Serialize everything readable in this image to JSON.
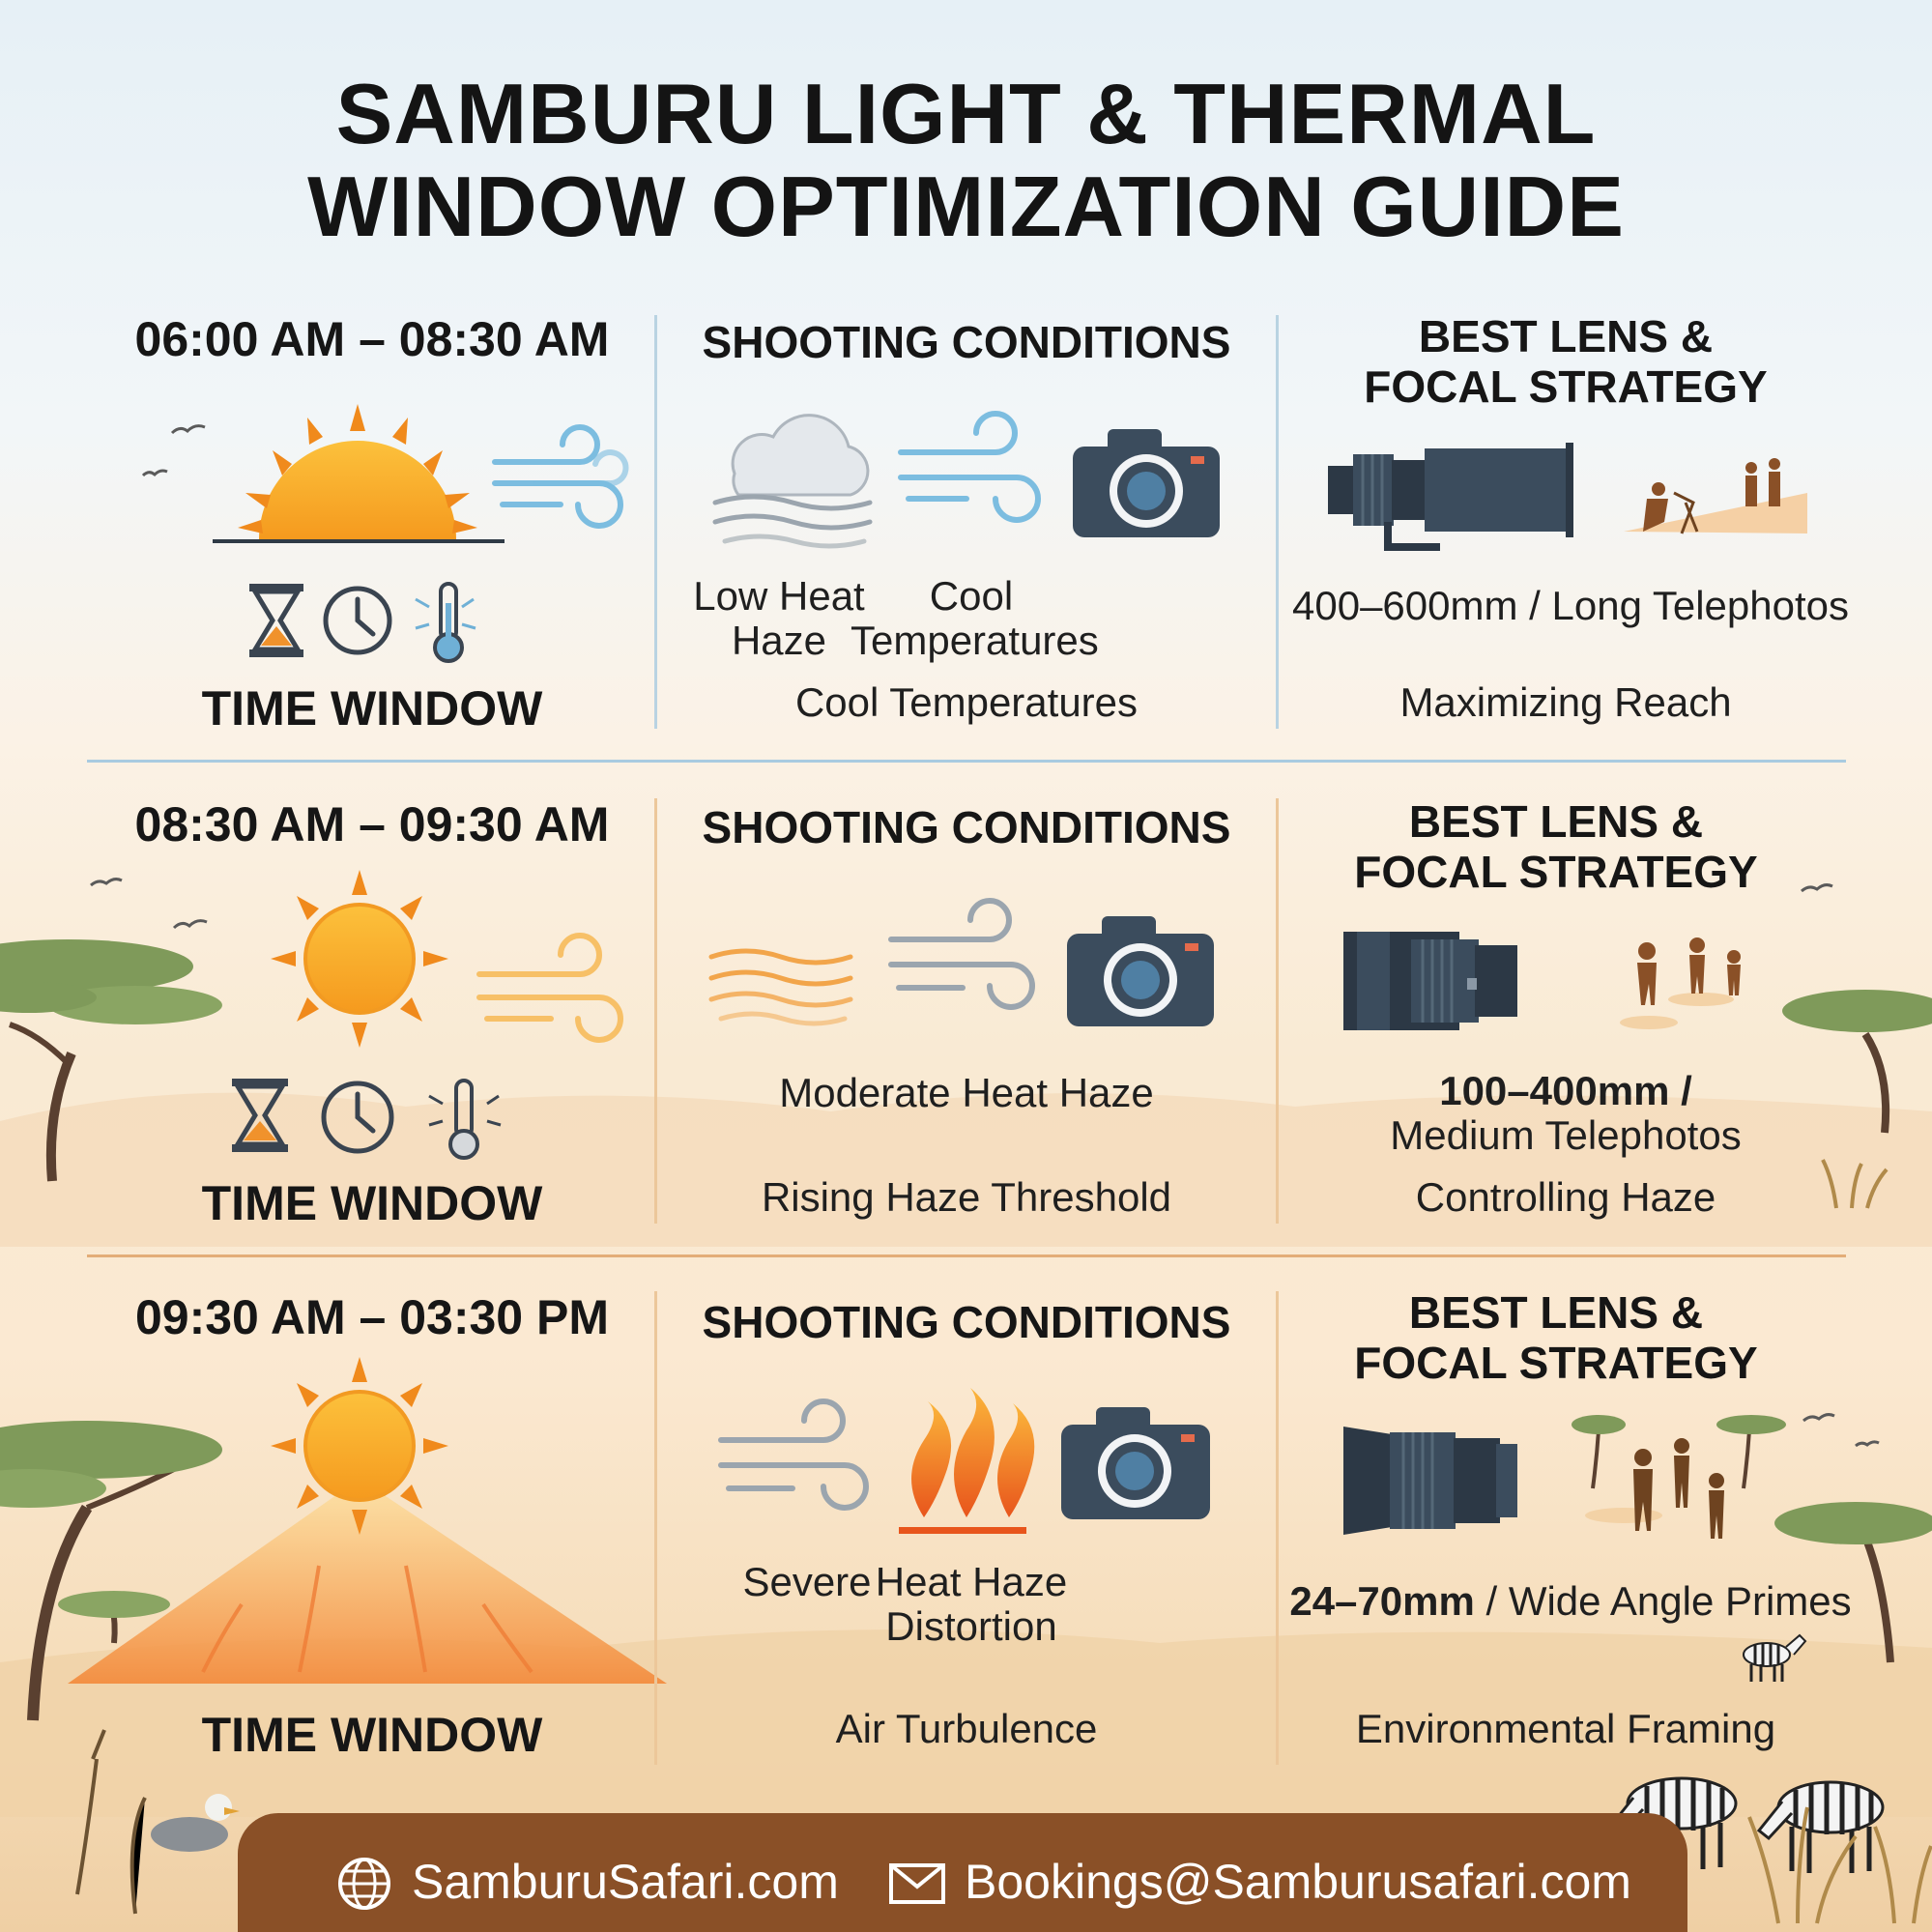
{
  "title": {
    "line1": "SAMBURU LIGHT & THERMAL",
    "line2": "WINDOW OPTIMIZATION GUIDE"
  },
  "rows": [
    {
      "time": "06:00 AM – 08:30 AM",
      "time_label": "TIME WINDOW",
      "conditions_header": "SHOOTING CONDITIONS",
      "condition_items": [
        {
          "line1": "Low Heat",
          "line2": "Haze"
        },
        {
          "line1": "Cool",
          "line2": "Temperatures"
        }
      ],
      "conditions_summary": "Cool Temperatures",
      "lens_header_line1": "BEST LENS &",
      "lens_header_line2": "FOCAL STRATEGY",
      "lens_focal": "400–600mm / Long Telephotos",
      "lens_strategy": "Maximizing Reach"
    },
    {
      "time": "08:30 AM – 09:30 AM",
      "time_label": "TIME WINDOW",
      "conditions_header": "SHOOTING CONDITIONS",
      "conditions_detail": "Moderate Heat Haze",
      "conditions_summary": "Rising Haze Threshold",
      "lens_header_line1": "BEST LENS &",
      "lens_header_line2": "FOCAL STRATEGY",
      "lens_focal_bold": "100–400mm /",
      "lens_focal_rest": "Medium Telephotos",
      "lens_strategy": "Controlling Haze"
    },
    {
      "time": "09:30 AM – 03:30 PM",
      "time_label": "TIME WINDOW",
      "conditions_header": "SHOOTING CONDITIONS",
      "conditions_detail_a": "Severe",
      "conditions_detail_b1": "Heat Haze",
      "conditions_detail_b2": "Distortion",
      "conditions_summary": "Air Turbulence",
      "lens_header_line1": "BEST LENS &",
      "lens_header_line2": "FOCAL STRATEGY",
      "lens_focal_bold": "24–70mm",
      "lens_focal_rest": " / Wide Angle Primes",
      "lens_strategy": "Environmental Framing"
    }
  ],
  "footer": {
    "website": "SamburuSafari.com",
    "email": "Bookings@Samburusafari.com"
  },
  "icons": [
    "sunrise-icon",
    "wind-icon",
    "hourglass-icon",
    "clock-icon",
    "thermometer-icon",
    "cloud-haze-icon",
    "camera-icon",
    "telephoto-lens-icon",
    "photographer-icon",
    "sun-icon",
    "heat-haze-icon",
    "heat-flame-icon",
    "wide-lens-icon",
    "acacia-tree-icon",
    "zebra-icon",
    "globe-icon",
    "envelope-icon"
  ],
  "colors": {
    "sun": "#f7a51c",
    "sun_ray": "#f08a1c",
    "wind_blue": "#6fb0d6",
    "camera": "#3b4c5d",
    "footer_bg": "#8a5027",
    "separator_blue": "#b9d3e2",
    "separator_orange": "#e7b483"
  }
}
